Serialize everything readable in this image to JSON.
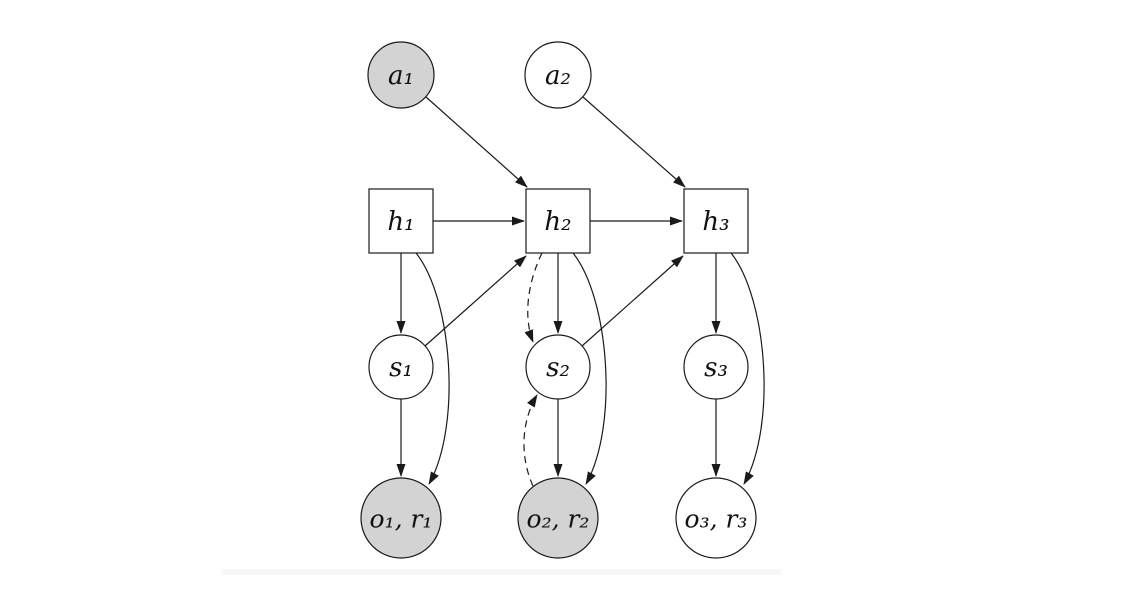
{
  "diagram": {
    "type": "graphical-model",
    "description": "Three-timestep latent dynamics model: actions a, deterministic hidden states h (squares), stochastic states s (circles), observation/reward nodes o,r; shaded nodes are observed; dashed arrows denote inference connections into s2",
    "colors": {
      "background": "#ffffff",
      "shaded_node_fill": "#d3d3d3",
      "plain_node_fill": "#ffffff",
      "stroke": "#1a1a1a"
    },
    "nodes": [
      {
        "id": "a1",
        "label": "a₁",
        "shape": "circle",
        "shaded": true
      },
      {
        "id": "a2",
        "label": "a₂",
        "shape": "circle",
        "shaded": false
      },
      {
        "id": "h1",
        "label": "h₁",
        "shape": "square",
        "shaded": false
      },
      {
        "id": "h2",
        "label": "h₂",
        "shape": "square",
        "shaded": false
      },
      {
        "id": "h3",
        "label": "h₃",
        "shape": "square",
        "shaded": false
      },
      {
        "id": "s1",
        "label": "s₁",
        "shape": "circle",
        "shaded": false
      },
      {
        "id": "s2",
        "label": "s₂",
        "shape": "circle",
        "shaded": false
      },
      {
        "id": "s3",
        "label": "s₃",
        "shape": "circle",
        "shaded": false
      },
      {
        "id": "o1r1",
        "label": "o₁, r₁",
        "shape": "circle",
        "shaded": true
      },
      {
        "id": "o2r2",
        "label": "o₂, r₂",
        "shape": "circle",
        "shaded": true
      },
      {
        "id": "o3r3",
        "label": "o₃, r₃",
        "shape": "circle",
        "shaded": false
      }
    ],
    "edges": [
      {
        "from": "a1",
        "to": "h2",
        "style": "solid",
        "curve": "none"
      },
      {
        "from": "a2",
        "to": "h3",
        "style": "solid",
        "curve": "none"
      },
      {
        "from": "h1",
        "to": "h2",
        "style": "solid",
        "curve": "none"
      },
      {
        "from": "h2",
        "to": "h3",
        "style": "solid",
        "curve": "none"
      },
      {
        "from": "h1",
        "to": "s1",
        "style": "solid",
        "curve": "none"
      },
      {
        "from": "h2",
        "to": "s2",
        "style": "solid",
        "curve": "none"
      },
      {
        "from": "h3",
        "to": "s3",
        "style": "solid",
        "curve": "none"
      },
      {
        "from": "s1",
        "to": "h2",
        "style": "solid",
        "curve": "none"
      },
      {
        "from": "s2",
        "to": "h3",
        "style": "solid",
        "curve": "none"
      },
      {
        "from": "s1",
        "to": "o1r1",
        "style": "solid",
        "curve": "none"
      },
      {
        "from": "s2",
        "to": "o2r2",
        "style": "solid",
        "curve": "none"
      },
      {
        "from": "s3",
        "to": "o3r3",
        "style": "solid",
        "curve": "none"
      },
      {
        "from": "h1",
        "to": "o1r1",
        "style": "solid",
        "curve": "right"
      },
      {
        "from": "h2",
        "to": "o2r2",
        "style": "solid",
        "curve": "right"
      },
      {
        "from": "h3",
        "to": "o3r3",
        "style": "solid",
        "curve": "right"
      },
      {
        "from": "h2",
        "to": "s2",
        "style": "dashed",
        "curve": "left"
      },
      {
        "from": "o2r2",
        "to": "s2",
        "style": "dashed",
        "curve": "left"
      }
    ]
  }
}
